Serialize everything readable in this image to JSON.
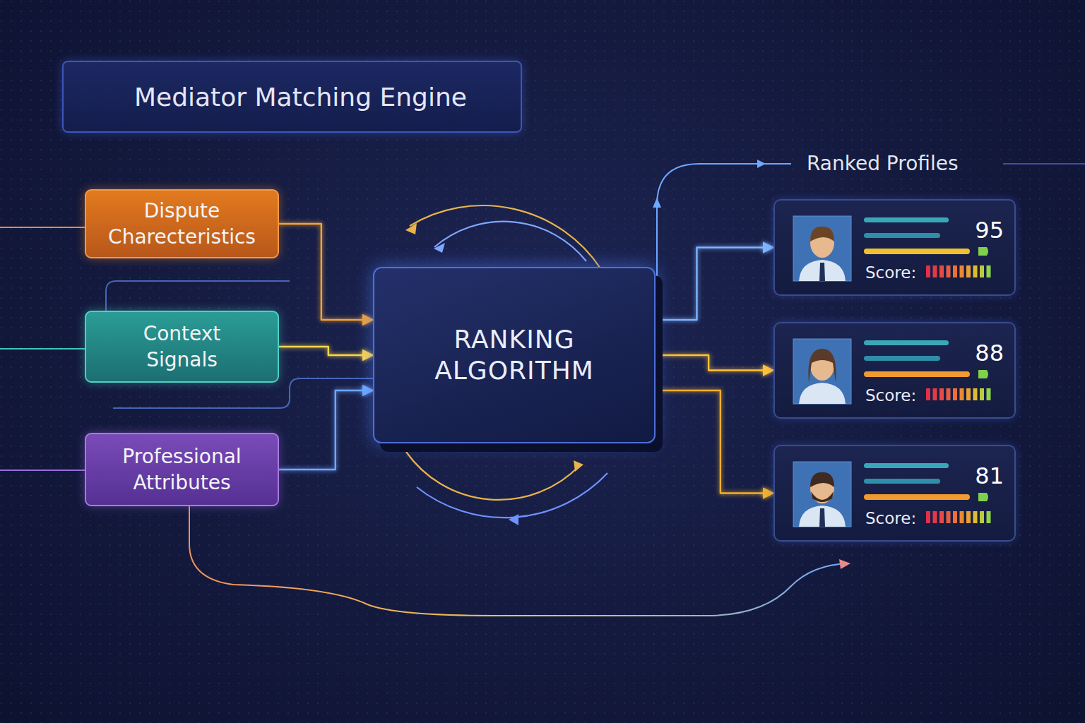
{
  "diagram": {
    "title": "Mediator Matching Engine",
    "nodes": [
      {
        "text": [
          "Dispute Charecteristics"
        ]
      },
      {
        "text": [
          "Context Signals"
        ]
      },
      {
        "text": [
          "Professional Attributes"
        ]
      },
      {
        "text": [
          "RANKING ALGORITHM"
        ]
      },
      {
        "text": [
          "95",
          "Score:"
        ]
      },
      {
        "text": [
          "88",
          "Score:"
        ]
      },
      {
        "text": [
          "81",
          "Score:"
        ]
      }
    ],
    "edges": [
      {
        "from": 0,
        "to": 3,
        "arrow": "to"
      },
      {
        "from": 1,
        "to": 3,
        "arrow": "to"
      },
      {
        "from": 2,
        "to": 3,
        "arrow": "to"
      },
      {
        "from": 3,
        "to": 4,
        "arrow": "to"
      },
      {
        "from": 3,
        "to": 5,
        "arrow": "to"
      },
      {
        "from": 3,
        "to": 6,
        "arrow": "to"
      }
    ],
    "labels": [
      "Ranked Profiles"
    ]
  }
}
